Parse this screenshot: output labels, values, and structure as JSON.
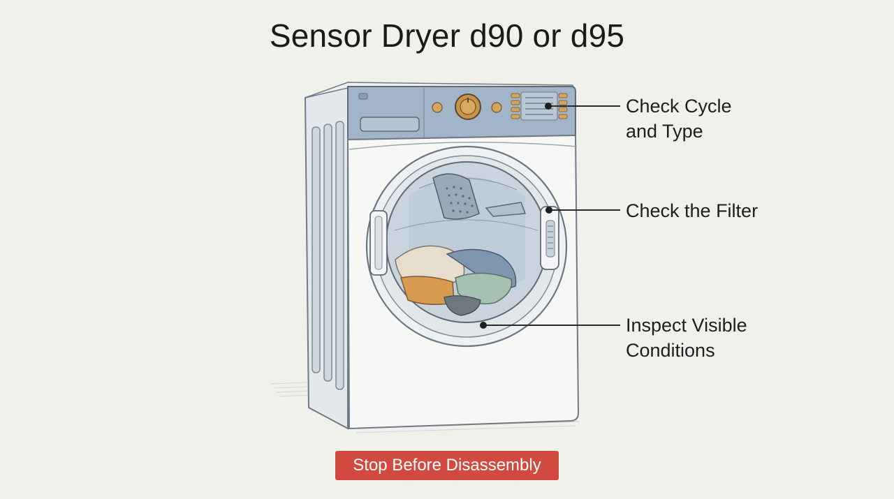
{
  "title": "Sensor Dryer d90 or d95",
  "callouts": {
    "cycle": {
      "line1": "Check Cycle",
      "line2": "and Type"
    },
    "filter": {
      "line1": "Check the Filter"
    },
    "inspect": {
      "line1": "Inspect Visible",
      "line2": "Conditions"
    }
  },
  "action_button": {
    "label": "Stop Before Disassembly"
  },
  "colors": {
    "background": "#f1f1ec",
    "control_panel": "#9fb2c6",
    "body": "#f7f8f6",
    "side": "#e4e9ee",
    "knob_accent": "#d8a45a",
    "button_red": "#d24a3f"
  },
  "icons": [
    "dryer-illustration",
    "control-knob-icon",
    "lint-filter-icon"
  ]
}
